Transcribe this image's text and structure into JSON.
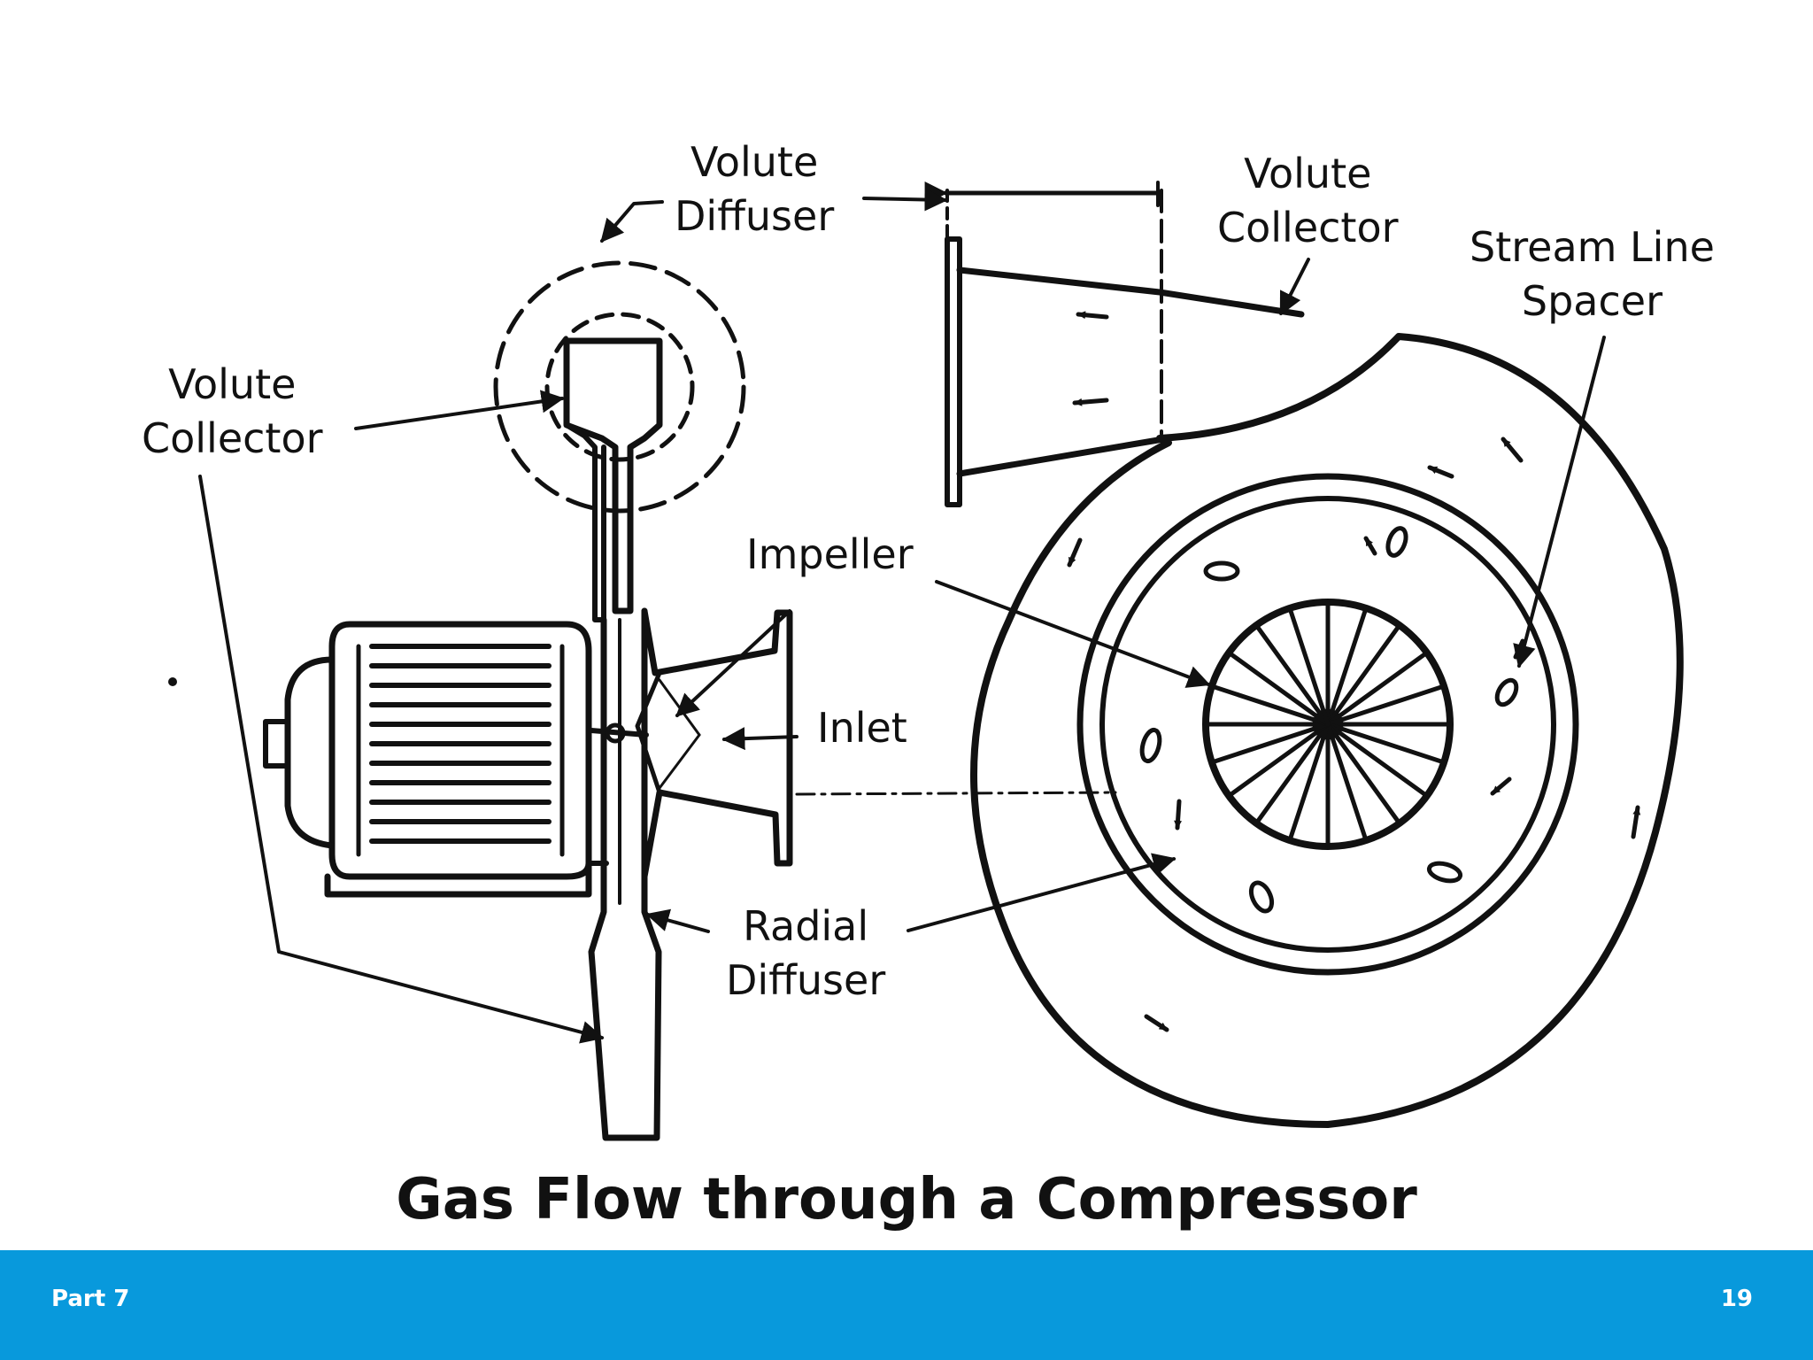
{
  "colors": {
    "footer_bg": "#0899dc",
    "ink": "#111111",
    "background": "#ffffff"
  },
  "labels": {
    "volute_diffuser": [
      "Volute",
      "Diffuser"
    ],
    "volute_collector_top": [
      "Volute",
      "Collector"
    ],
    "stream_line_spacer": [
      "Stream Line",
      "Spacer"
    ],
    "volute_collector_left": [
      "Volute",
      "Collector"
    ],
    "impeller": "Impeller",
    "inlet": "Inlet",
    "radial_diffuser": [
      "Radial",
      "Diffuser"
    ]
  },
  "title": "Gas Flow through a Compressor",
  "footer": {
    "left": "Part 7",
    "right": "19"
  }
}
